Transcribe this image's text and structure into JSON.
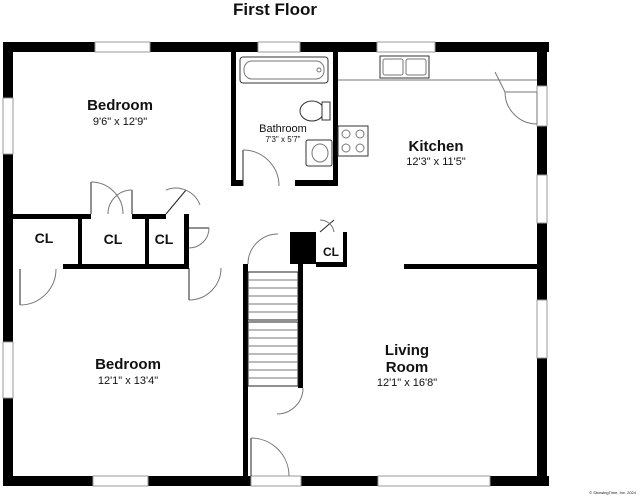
{
  "title": "First Floor",
  "rooms": {
    "bedroom_top": {
      "name": "Bedroom",
      "dims": "9'6\" x 12'9\""
    },
    "bathroom": {
      "name": "Bathroom",
      "dims": "7'3\" x 5'7\""
    },
    "kitchen": {
      "name": "Kitchen",
      "dims": "12'3\" x 11'5\""
    },
    "bedroom_bottom": {
      "name": "Bedroom",
      "dims": "12'1\" x 13'4\""
    },
    "living": {
      "name_line1": "Living",
      "name_line2": "Room",
      "dims": "12'1\" x 16'8\""
    }
  },
  "closets": {
    "cl_1": "CL",
    "cl_2": "CL",
    "cl_3": "CL",
    "cl_4": "CL"
  },
  "copyright": "© ShowingTime, Inc. 2024"
}
